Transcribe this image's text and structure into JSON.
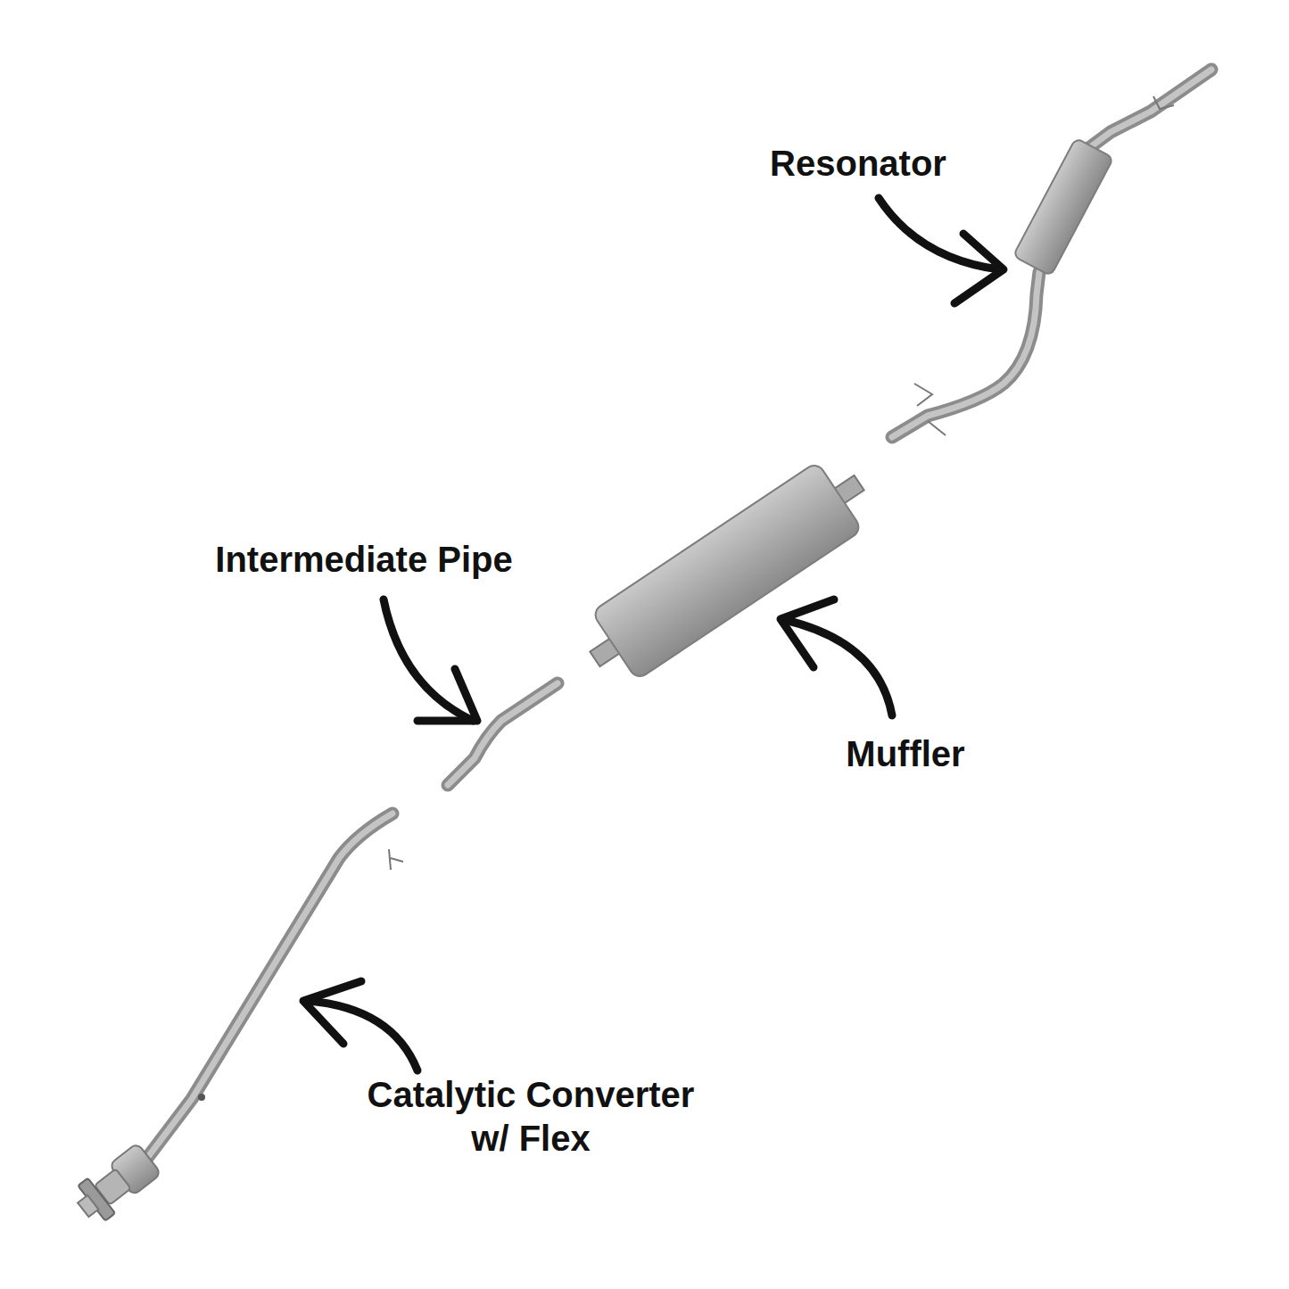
{
  "diagram": {
    "labels": [
      "Resonator",
      "Intermediate Pipe",
      "Muffler",
      "Catalytic Converter w/ Flex"
    ]
  }
}
